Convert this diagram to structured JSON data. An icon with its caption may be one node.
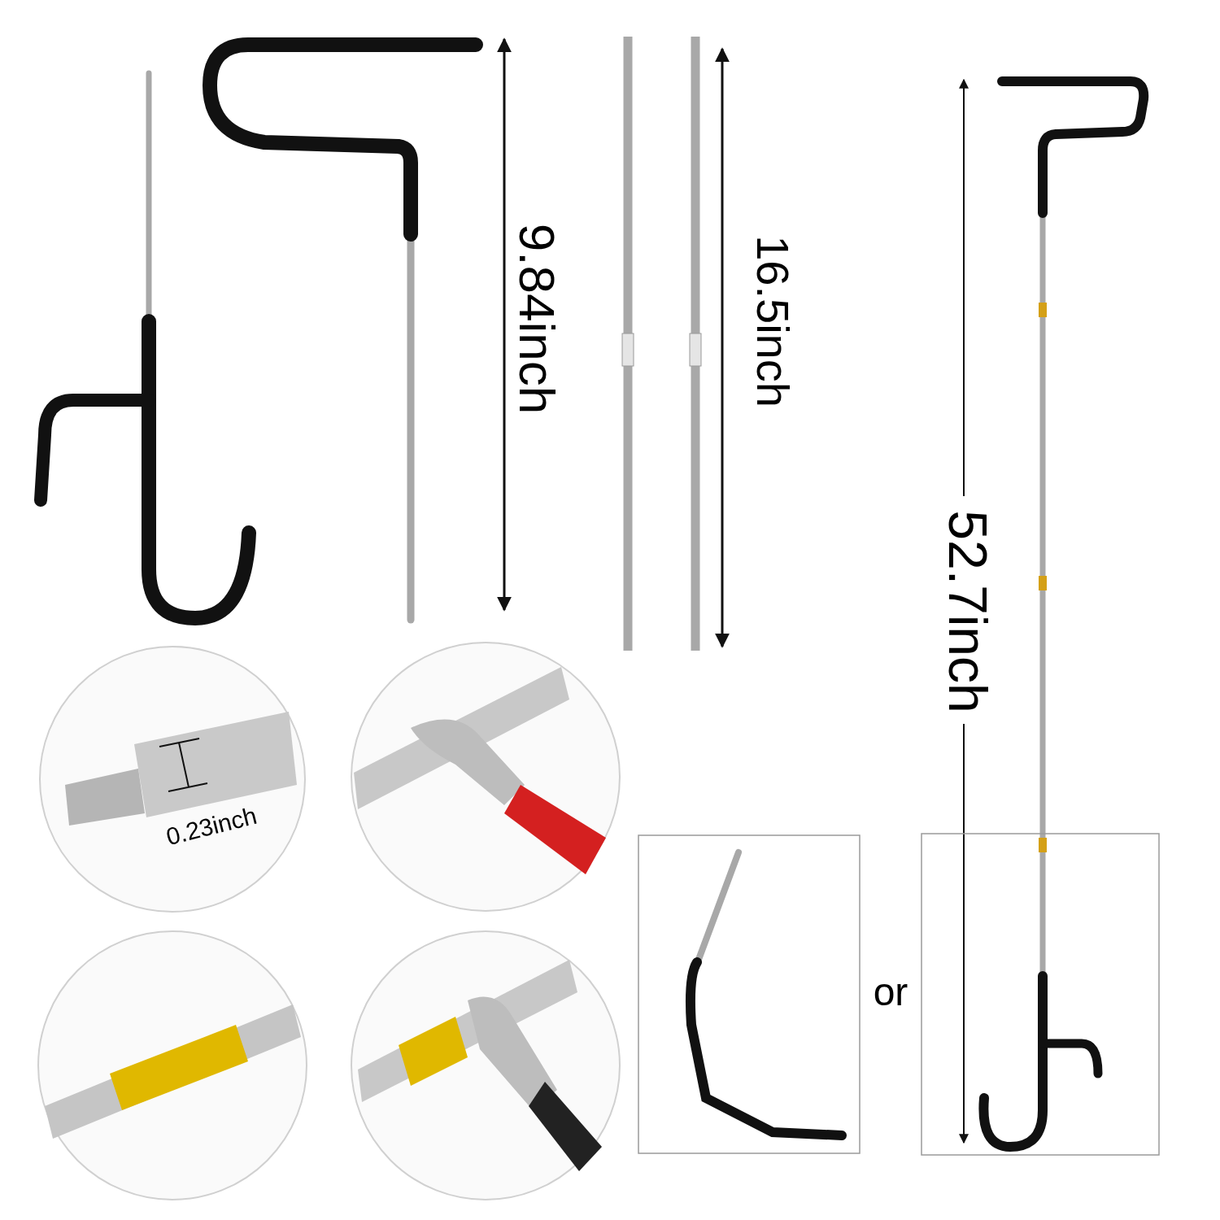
{
  "diagram": {
    "labels": [
      "9.84inch",
      "16.5inch",
      "0.23inch",
      "52.7inch",
      "or"
    ]
  }
}
